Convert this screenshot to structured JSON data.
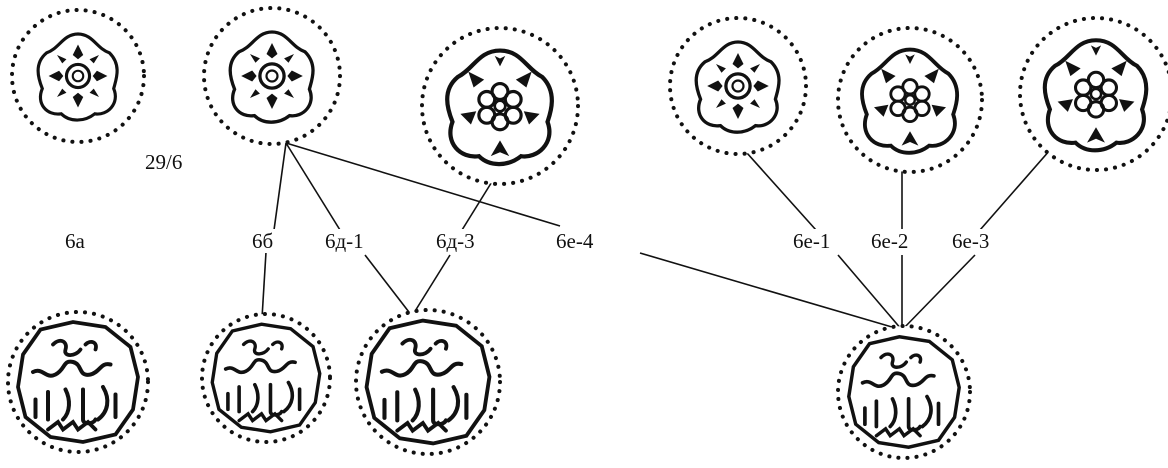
{
  "figure_ref": "29/6",
  "labels": {
    "l6a": "6а",
    "l6b": "6б",
    "l6d1": "6д-1",
    "l6d3": "6д-3",
    "l6e4": "6е-4",
    "l6e1": "6е-1",
    "l6e2": "6е-2",
    "l6e3": "6е-3"
  },
  "colors": {
    "ink": "#111111",
    "paper": "#ffffff"
  }
}
